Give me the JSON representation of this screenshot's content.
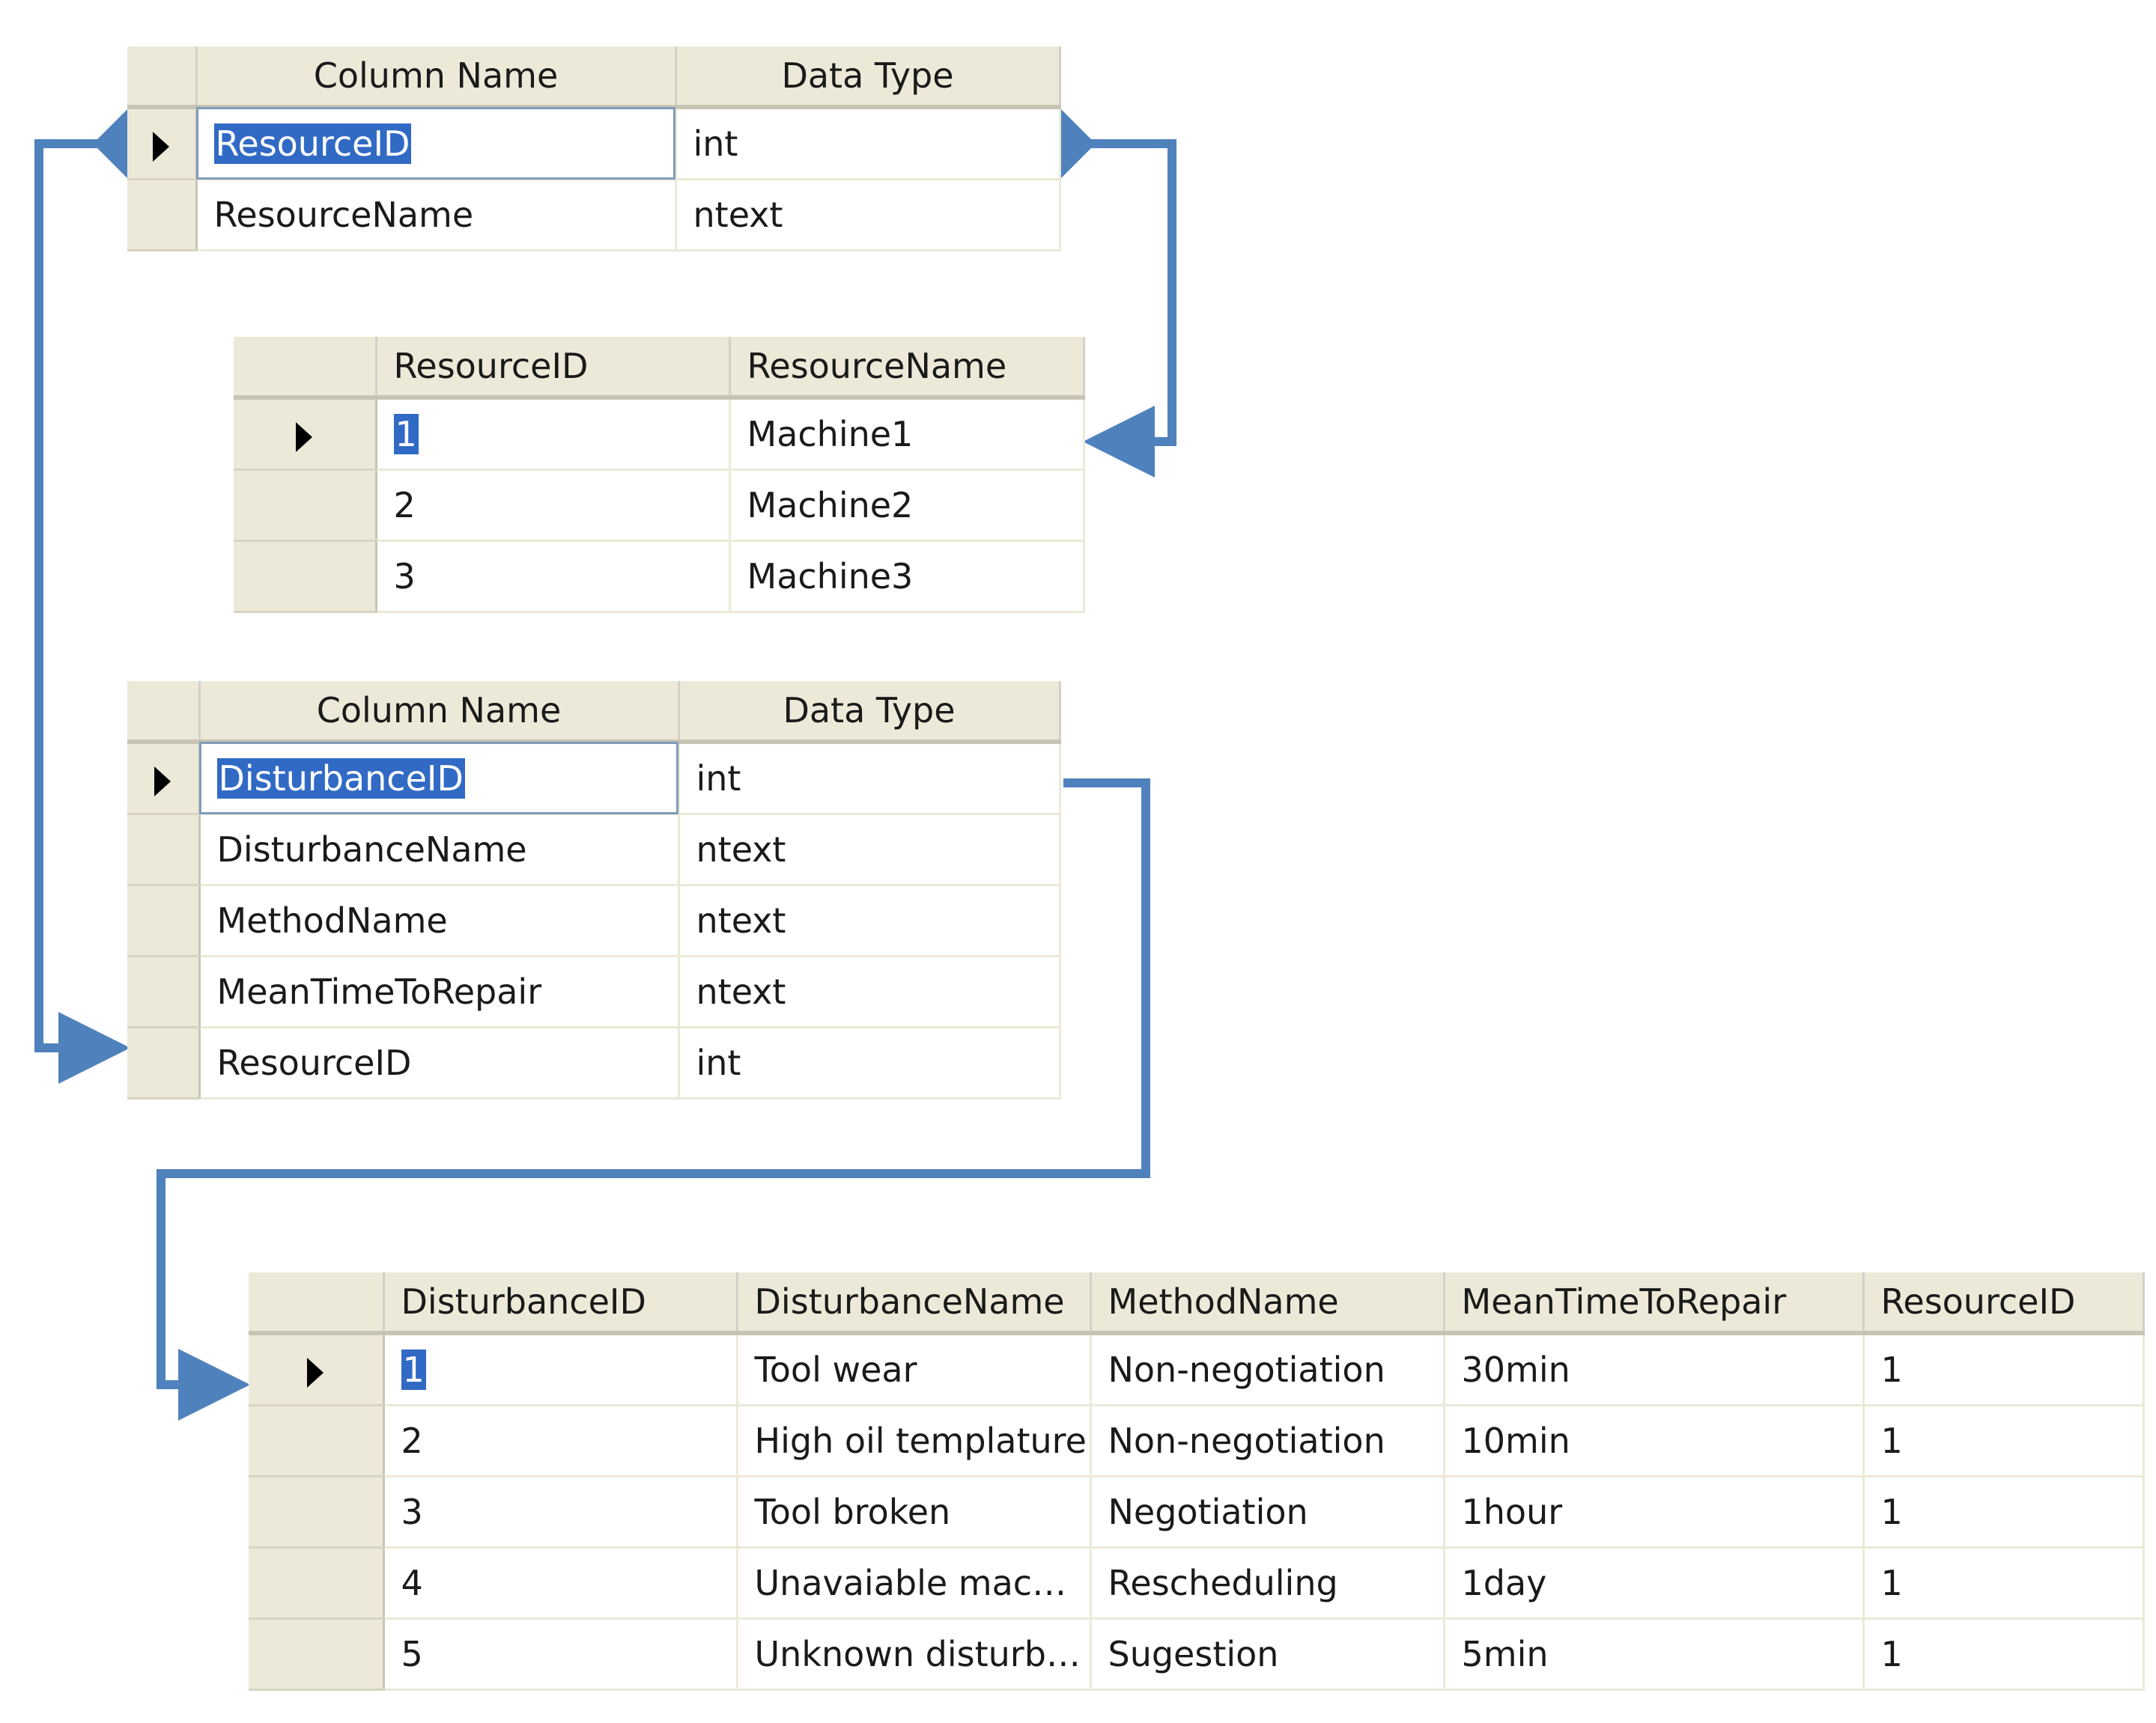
{
  "schema_resource": {
    "headers": [
      "Column Name",
      "Data Type"
    ],
    "rows": [
      {
        "name": "ResourceID",
        "type": "int"
      },
      {
        "name": "ResourceName",
        "type": "ntext"
      }
    ]
  },
  "data_resource": {
    "headers": [
      "ResourceID",
      "ResourceName"
    ],
    "rows": [
      {
        "id": "1",
        "name": "Machine1"
      },
      {
        "id": "2",
        "name": "Machine2"
      },
      {
        "id": "3",
        "name": "Machine3"
      }
    ]
  },
  "schema_disturbance": {
    "headers": [
      "Column Name",
      "Data Type"
    ],
    "rows": [
      {
        "name": "DisturbanceID",
        "type": "int"
      },
      {
        "name": "DisturbanceName",
        "type": "ntext"
      },
      {
        "name": "MethodName",
        "type": "ntext"
      },
      {
        "name": "MeanTimeToRepair",
        "type": "ntext"
      },
      {
        "name": "ResourceID",
        "type": "int"
      }
    ]
  },
  "data_disturbance": {
    "headers": [
      "DisturbanceID",
      "DisturbanceName",
      "MethodName",
      "MeanTimeToRepair",
      "ResourceID"
    ],
    "rows": [
      {
        "id": "1",
        "name": "Tool wear",
        "method": "Non-negotiation",
        "mttr": "30min",
        "resource": "1"
      },
      {
        "id": "2",
        "name": "High oil templature",
        "method": "Non-negotiation",
        "mttr": "10min",
        "resource": "1"
      },
      {
        "id": "3",
        "name": "Tool broken",
        "method": "Negotiation",
        "mttr": "1hour",
        "resource": "1"
      },
      {
        "id": "4",
        "name": "Unavaiable mac…",
        "method": "Rescheduling",
        "mttr": "1day",
        "resource": "1"
      },
      {
        "id": "5",
        "name": "Unknown disturb…",
        "method": "Sugestion",
        "mttr": "5min",
        "resource": "1"
      }
    ]
  },
  "colors": {
    "link": "#4f81bd",
    "header_bg": "#ece9d8",
    "selection": "#316ac5"
  }
}
